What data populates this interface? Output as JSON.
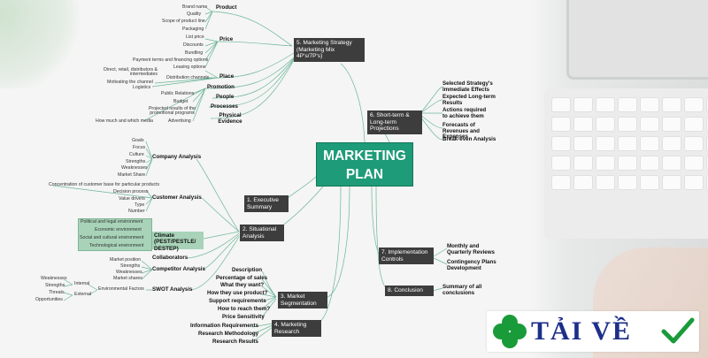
{
  "center": {
    "line1": "MARKETING",
    "line2": "PLAN"
  },
  "branches": {
    "b1": "1. Executive Summary",
    "b2": "2. Situational Analysis",
    "b3": "3. Market Segmentation",
    "b4": "4. Marketing Research",
    "b5": "5. Marketing Strategy (Marketing Mix 4P's/7P's)",
    "b6": "6. Short-term & Long-term Projections",
    "b7": "7. Implementation Controls",
    "b8": "8. Conclusion"
  },
  "strategy": {
    "product": "Product",
    "product_items": [
      "Brand name",
      "Quality",
      "Scope of product line",
      "Packaging"
    ],
    "price": "Price",
    "price_items": [
      "List price",
      "Discounts",
      "Bundling",
      "Payment terms and financing options",
      "Leasing options"
    ],
    "place": "Place",
    "place_items": [
      "Direct, retail, distributors & intermediates",
      "Distribution channels",
      "Motivating the channel",
      "Logistics"
    ],
    "promotion": "Promotion",
    "people": "People",
    "processes": "Processes",
    "physical": "Physical Evidence",
    "promo_items": [
      "Public Relations",
      "Budget",
      "Projected results of the promotional programs",
      "How much and which media",
      "Advertising"
    ]
  },
  "projections": [
    "Selected Strategy's Immediate Effects",
    "Expected Long-term Results",
    "Actions required to achieve them",
    "Forecasts of Revenues and Expenses",
    "Break-even Analysis"
  ],
  "situational": {
    "company": "Company Analysis",
    "company_items": [
      "Goals",
      "Focus",
      "Culture",
      "Strengths",
      "Weaknesses",
      "Market Share"
    ],
    "customer": "Customer Analysis",
    "customer_items": [
      "Concentration of customer base for particular products",
      "Decision process",
      "Value drivers",
      "Type",
      "Number"
    ],
    "climate": "Climate (PEST/PESTLE/ DESTEP)",
    "climate_items": [
      "Political and legal environment",
      "Economic environment",
      "Social and cultural environment",
      "Technological environment"
    ],
    "collaborators": "Collaborators",
    "competitor": "Competitor Analysis",
    "competitor_items": [
      "Market position",
      "Strengths",
      "Weaknesses",
      "Market shares"
    ],
    "swot": "SWOT Analysis",
    "internal": "Internal",
    "external": "External",
    "env_factors": "Environmental Factors",
    "swot_items": [
      "Weaknesses",
      "Strengths",
      "Threats",
      "Opportunities"
    ]
  },
  "segmentation": [
    "Description",
    "Percentage of sales",
    "What they want?",
    "How they use product?",
    "Support requirements",
    "How to reach them?",
    "Price Sensitivity"
  ],
  "research": [
    "Information Requirements",
    "Research Methodology",
    "Research Results"
  ],
  "implementation": [
    "Monthly and Quarterly Reviews",
    "Contingency Plans Development"
  ],
  "conclusion": [
    "Summary of all conclusions"
  ],
  "logo": {
    "text": "TẢI VỀ",
    "clover_color": "#1a9b3a",
    "check_color": "#1a9b3a"
  }
}
